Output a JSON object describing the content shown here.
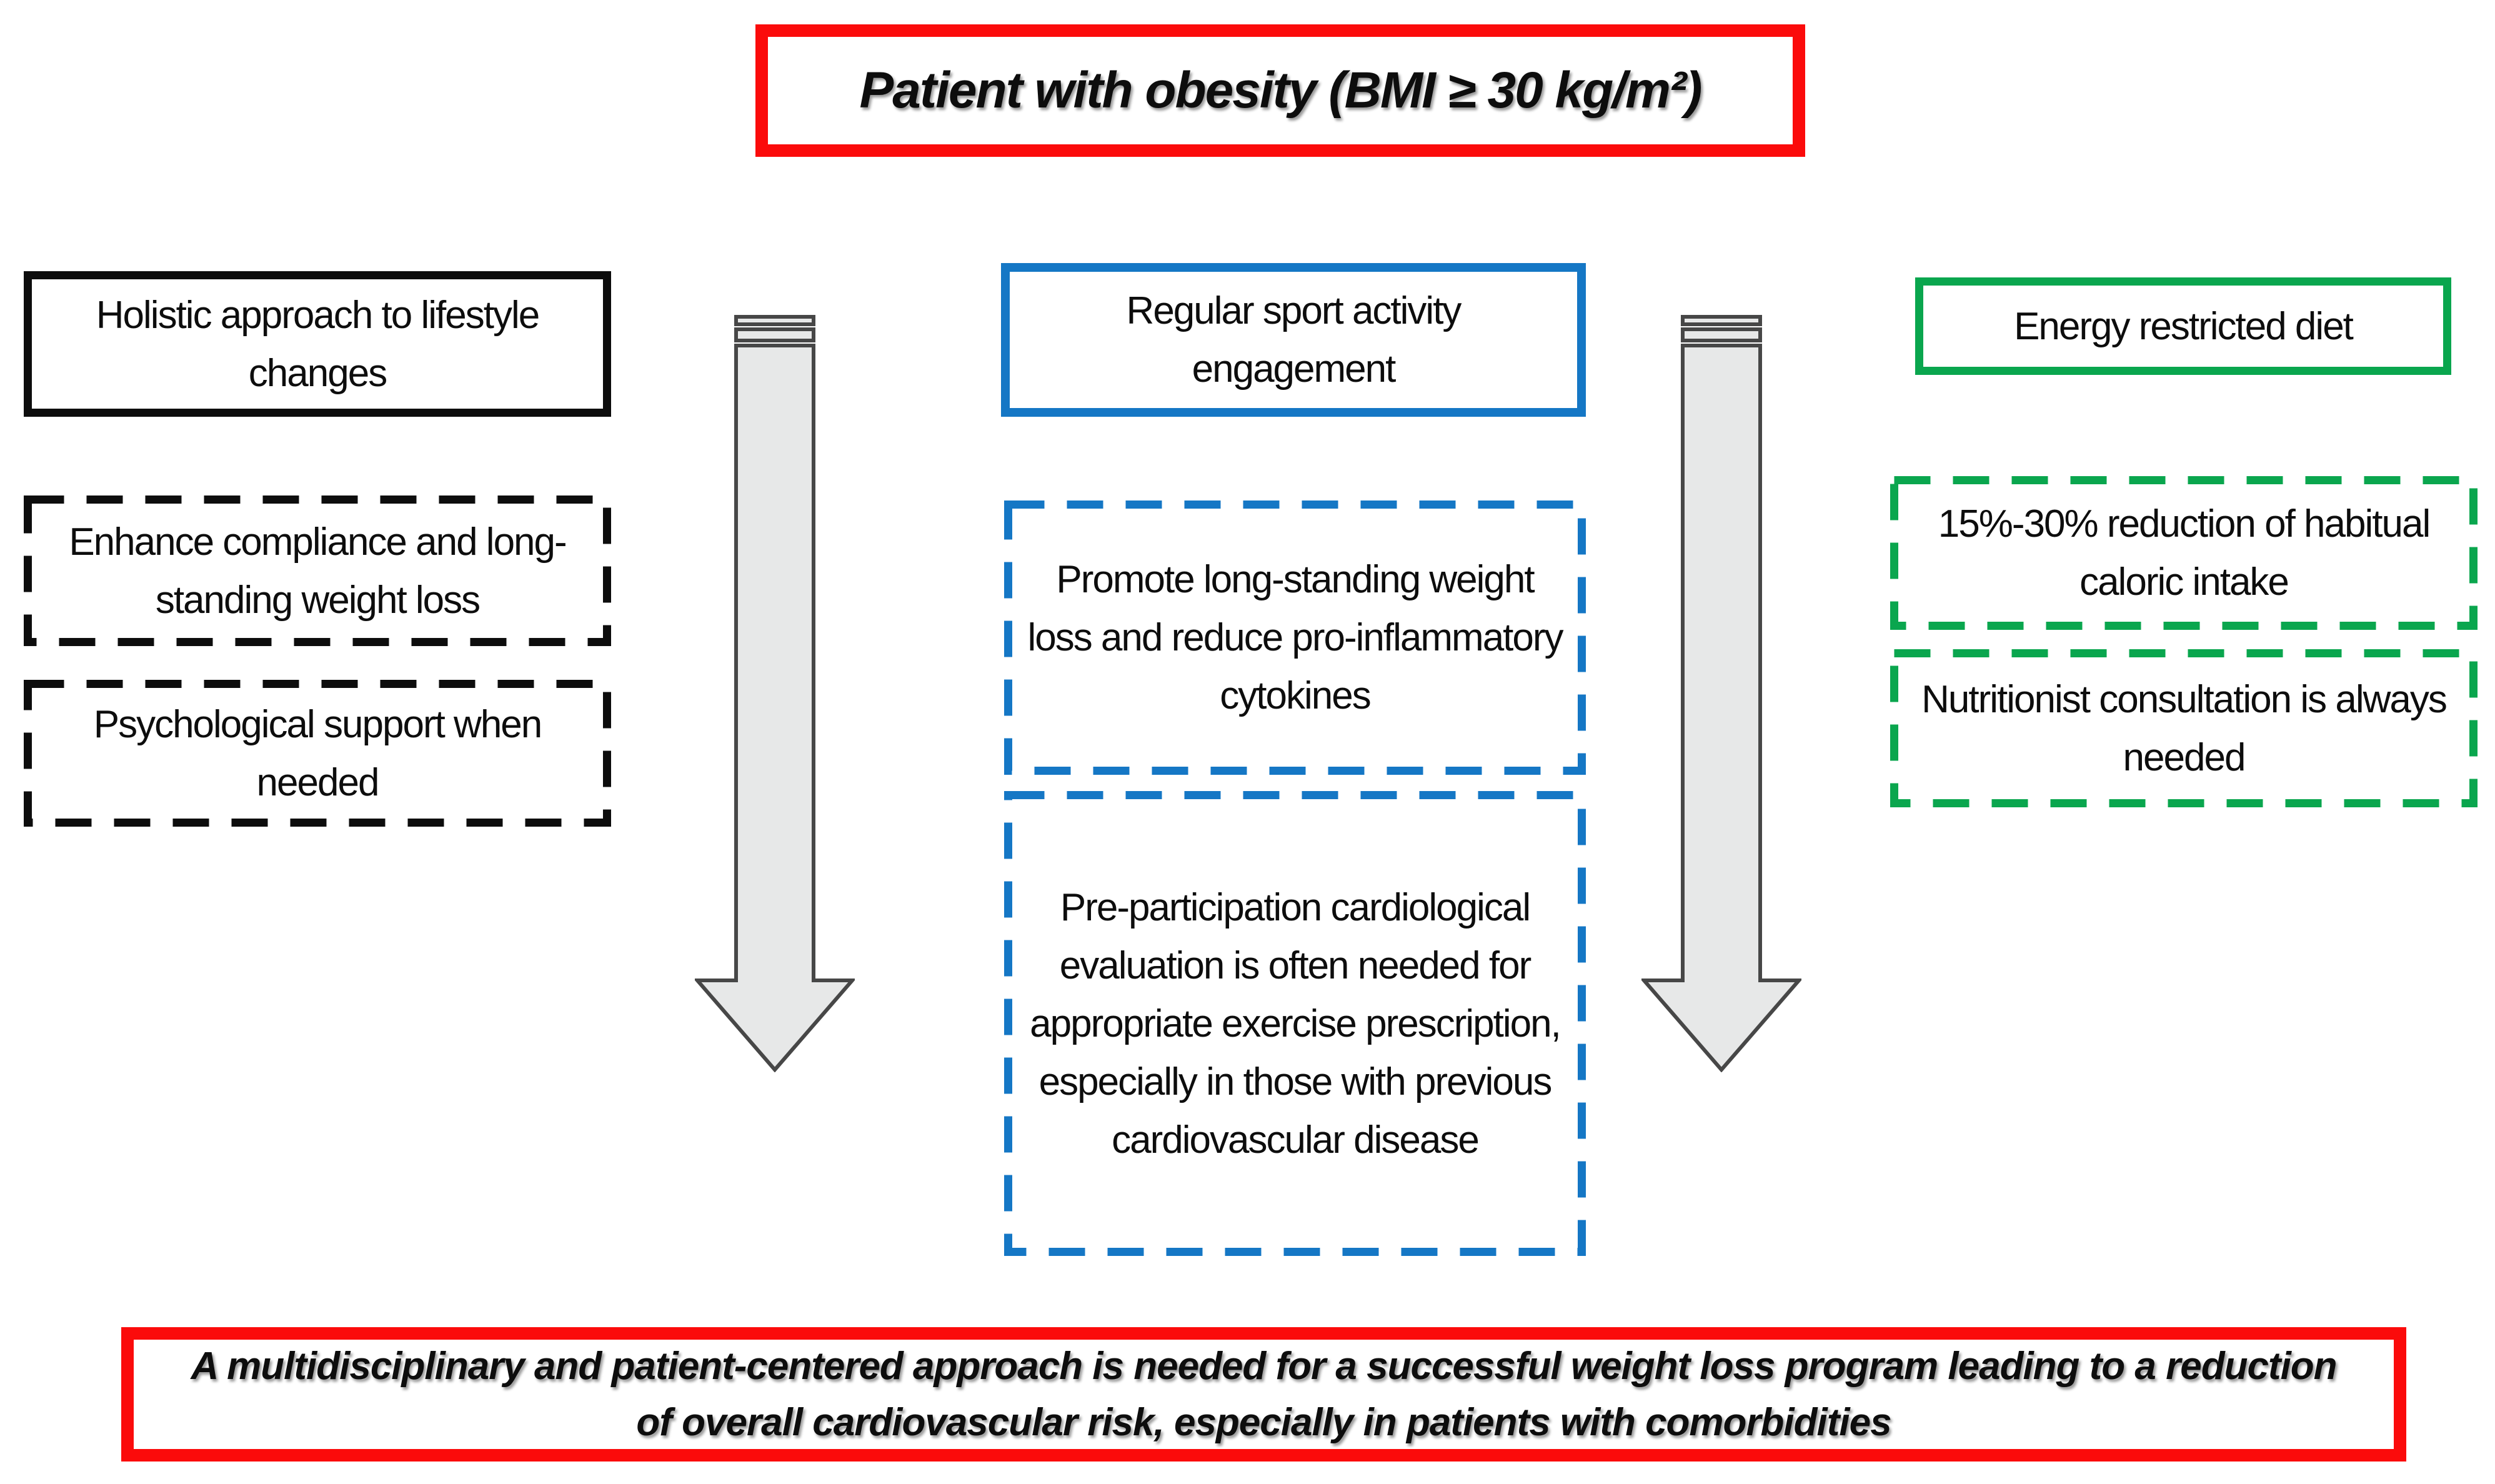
{
  "title": {
    "text": "Patient with obesity (BMI ≥ 30 kg/m²)"
  },
  "columns": {
    "lifestyle": {
      "header": "Holistic approach to lifestyle changes",
      "items": [
        "Enhance compliance and long-standing weight loss",
        "Psychological support when needed"
      ]
    },
    "sport": {
      "header": "Regular sport activity engagement",
      "items": [
        "Promote long-standing weight loss and reduce pro-inflammatory cytokines",
        "Pre-participation cardiological evaluation is often needed for appropriate exercise prescription, especially in those with previous cardiovascular disease"
      ]
    },
    "diet": {
      "header": "Energy restricted diet",
      "items": [
        "15%-30% reduction of habitual caloric intake",
        "Nutritionist consultation is always needed"
      ]
    }
  },
  "arrows": [
    {
      "name": "striped-down-arrow-left"
    },
    {
      "name": "striped-down-arrow-right"
    }
  ],
  "footer": {
    "text": "A multidisciplinary and patient-centered approach is needed for a successful weight loss program leading to a reduction of overall cardiovascular risk, especially in patients with comorbidities"
  },
  "colors": {
    "red": "#fb0b0b",
    "blue": "#1577c5",
    "green": "#0aa64e",
    "ink": "#0d0d0d",
    "arrow-fill": "#e7e8e8",
    "arrow-stroke": "#474747"
  }
}
